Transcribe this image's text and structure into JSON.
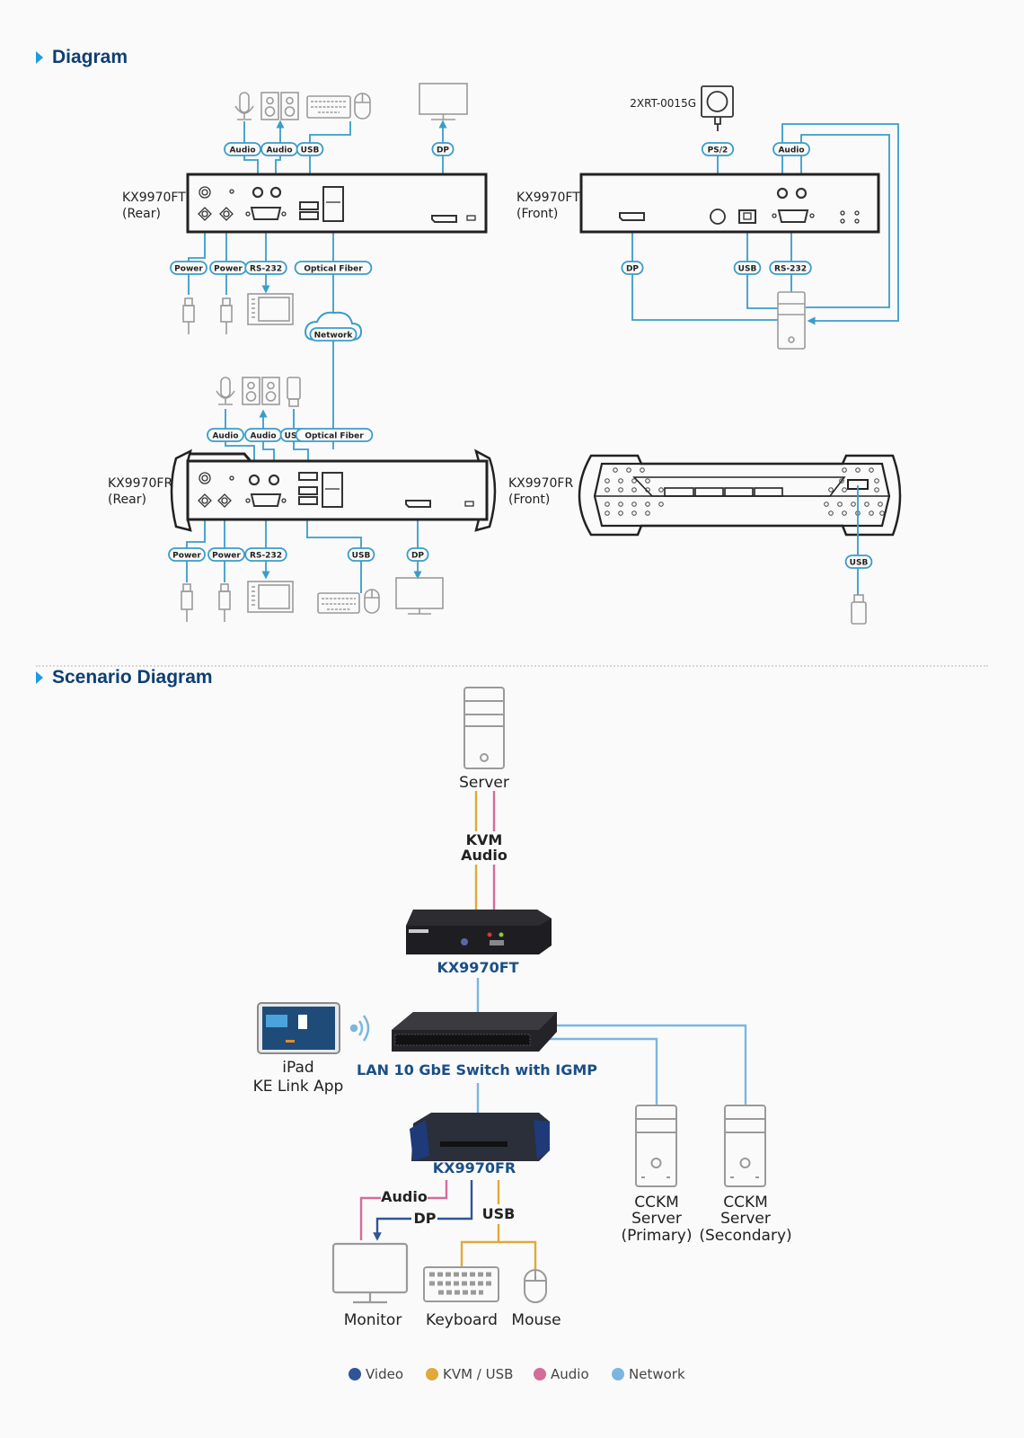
{
  "sections": {
    "diagram_title": "Diagram",
    "scenario_title": "Scenario Diagram"
  },
  "diagram": {
    "ft_rear": {
      "name": "KX9970FT",
      "side": "(Rear)"
    },
    "ft_front": {
      "name": "KX9970FT",
      "side": "(Front)"
    },
    "fr_rear": {
      "name": "KX9970FR",
      "side": "(Rear)"
    },
    "fr_front": {
      "name": "KX9970FR",
      "side": "(Front)"
    },
    "camera_model": "2XRT-0015G",
    "tags": {
      "audio": "Audio",
      "usb": "USB",
      "dp": "DP",
      "power": "Power",
      "rs232": "RS-232",
      "optical_fiber": "Optical Fiber",
      "network": "Network",
      "ps2": "PS/2"
    }
  },
  "scenario": {
    "server": "Server",
    "kvm_label": "KVM",
    "audio_label": "Audio",
    "transmitter": "KX9970FT",
    "switch": "LAN 10 GbE Switch with IGMP",
    "ipad_line1": "iPad",
    "ipad_line2": "KE Link App",
    "receiver": "KX9970FR",
    "rx_audio": "Audio",
    "rx_dp": "DP",
    "rx_usb": "USB",
    "monitor": "Monitor",
    "keyboard": "Keyboard",
    "mouse": "Mouse",
    "cckm1": [
      "CCKM",
      "Server",
      "(Primary)"
    ],
    "cckm2": [
      "CCKM",
      "Server",
      "(Secondary)"
    ]
  },
  "legend": [
    {
      "label": "Video",
      "color": "#2f5597"
    },
    {
      "label": "KVM / USB",
      "color": "#e0a93a"
    },
    {
      "label": "Audio",
      "color": "#d36c9a"
    },
    {
      "label": "Network",
      "color": "#7ab6e0"
    }
  ],
  "colors": {
    "title": "#0e3f73",
    "connector": "#3a9cc9",
    "device_gray": "#9a9a9a"
  }
}
